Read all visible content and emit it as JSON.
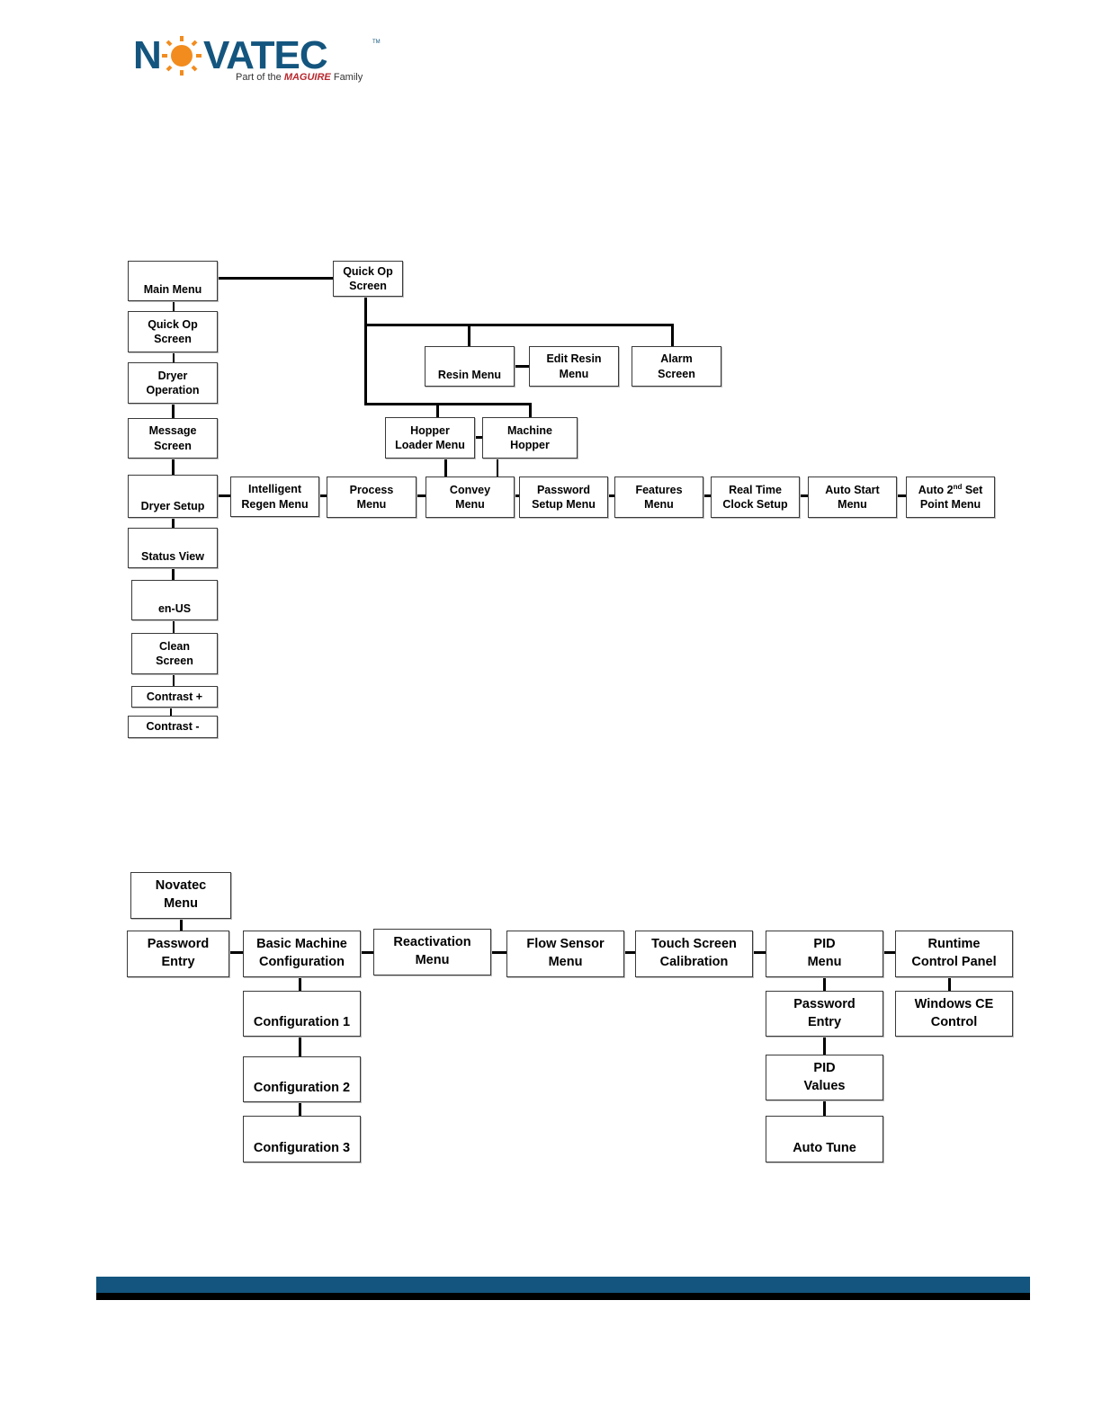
{
  "brand": {
    "name": "NOVATEC",
    "tagline_prefix": "Part of the",
    "tagline_brand": "MAGUIRE",
    "tagline_suffix": "Family",
    "colors": {
      "text": "#13557e",
      "sun": "#f28c1e",
      "accent": "#b8282e",
      "footer": "#13557e"
    }
  },
  "diagram1": {
    "main_menu": "Main Menu",
    "quick_op_top": "Quick Op\nScreen",
    "quick_op": "Quick Op\nScreen",
    "dryer_operation": "Dryer\nOperation",
    "message_screen": "Message\nScreen",
    "dryer_setup": "Dryer Setup",
    "status_view": "Status View",
    "en_us": "en-US",
    "clean_screen": "Clean\nScreen",
    "contrast_plus": "Contrast +",
    "contrast_minus": "Contrast -",
    "resin_menu": "Resin  Menu",
    "edit_resin_menu": "Edit Resin\nMenu",
    "alarm_screen": "Alarm\nScreen",
    "hopper_loader_menu": "Hopper\nLoader Menu",
    "machine_hopper": "Machine\nHopper",
    "intelligent_regen_menu": "Intelligent\nRegen Menu",
    "process_menu": "Process\nMenu",
    "convey_menu": "Convey\nMenu",
    "password_setup_menu": "Password\nSetup Menu",
    "features_menu": "Features\nMenu",
    "real_time_clock_setup": "Real Time\nClock Setup",
    "auto_start_menu": "Auto Start\nMenu",
    "auto_2nd_set_point": {
      "pre": "Auto 2",
      "sup": "nd",
      "post": " Set",
      "line2": "Point Menu"
    }
  },
  "diagram2": {
    "novatec_menu": "Novatec\nMenu",
    "password_entry": "Password\nEntry",
    "basic_machine_configuration": "Basic Machine\nConfiguration",
    "reactivation_menu": "Reactivation\nMenu",
    "flow_sensor_menu": "Flow Sensor\nMenu",
    "touch_screen_calibration": "Touch  Screen\nCalibration",
    "pid_menu": "PID\nMenu",
    "runtime_control_panel": "Runtime\nControl Panel",
    "configuration_1": "Configuration 1",
    "configuration_2": "Configuration 2",
    "configuration_3": "Configuration 3",
    "pid_password_entry": "Password\nEntry",
    "pid_values": "PID\nValues",
    "auto_tune": "Auto Tune",
    "windows_ce_control": "Windows CE\nControl"
  }
}
